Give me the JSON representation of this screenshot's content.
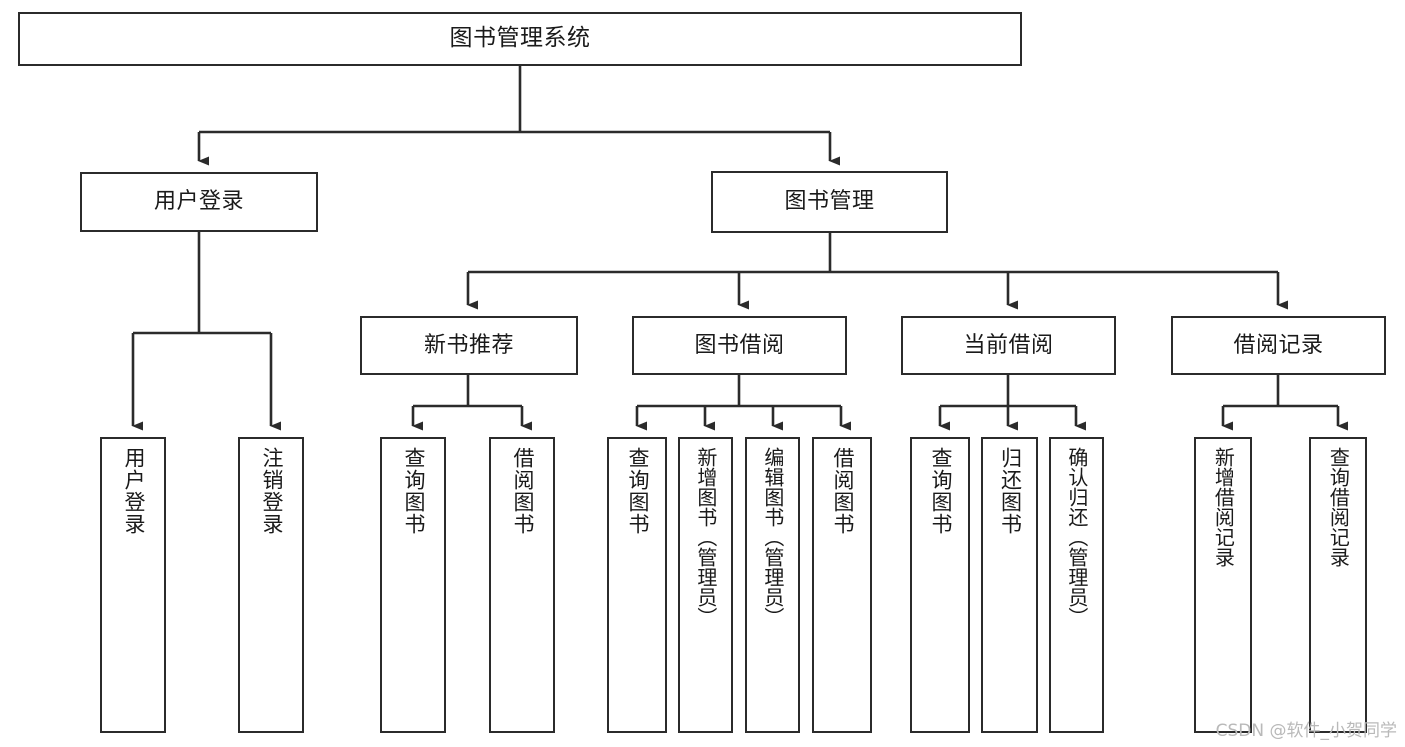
{
  "diagram": {
    "type": "tree-hierarchy-chart",
    "title": "图书管理系统",
    "line_color": "#2b2b2b",
    "box_fill": "#ffffff",
    "text_color": "#1a1a1a",
    "watermark": "CSDN @软件_小贺同学",
    "nodes": {
      "root": {
        "label": "图书管理系统"
      },
      "level1": [
        {
          "id": "user-login",
          "label": "用户登录"
        },
        {
          "id": "book-manage",
          "label": "图书管理"
        }
      ],
      "level2": [
        {
          "id": "new-book-recommend",
          "label": "新书推荐"
        },
        {
          "id": "book-borrow",
          "label": "图书借阅"
        },
        {
          "id": "current-borrow",
          "label": "当前借阅"
        },
        {
          "id": "borrow-record",
          "label": "借阅记录"
        }
      ],
      "leaves": {
        "user-login": [
          {
            "id": "leaf-user-login",
            "label": "用户登录"
          },
          {
            "id": "leaf-logout-login",
            "label": "注销登录"
          }
        ],
        "new-book-recommend": [
          {
            "id": "leaf-query-book-1",
            "label": "查询图书"
          },
          {
            "id": "leaf-borrow-book-1",
            "label": "借阅图书"
          }
        ],
        "book-borrow": [
          {
            "id": "leaf-query-book-2",
            "label": "查询图书"
          },
          {
            "id": "leaf-add-book-admin",
            "label": "新增图书（管理员）"
          },
          {
            "id": "leaf-edit-book-admin",
            "label": "编辑图书（管理员）"
          },
          {
            "id": "leaf-borrow-book-2",
            "label": "借阅图书"
          }
        ],
        "current-borrow": [
          {
            "id": "leaf-query-book-3",
            "label": "查询图书"
          },
          {
            "id": "leaf-return-book",
            "label": "归还图书"
          },
          {
            "id": "leaf-confirm-return-admin",
            "label": "确认归还（管理员）"
          }
        ],
        "borrow-record": [
          {
            "id": "leaf-add-borrow-record",
            "label": "新增借阅记录"
          },
          {
            "id": "leaf-query-borrow-record",
            "label": "查询借阅记录"
          }
        ]
      }
    }
  }
}
